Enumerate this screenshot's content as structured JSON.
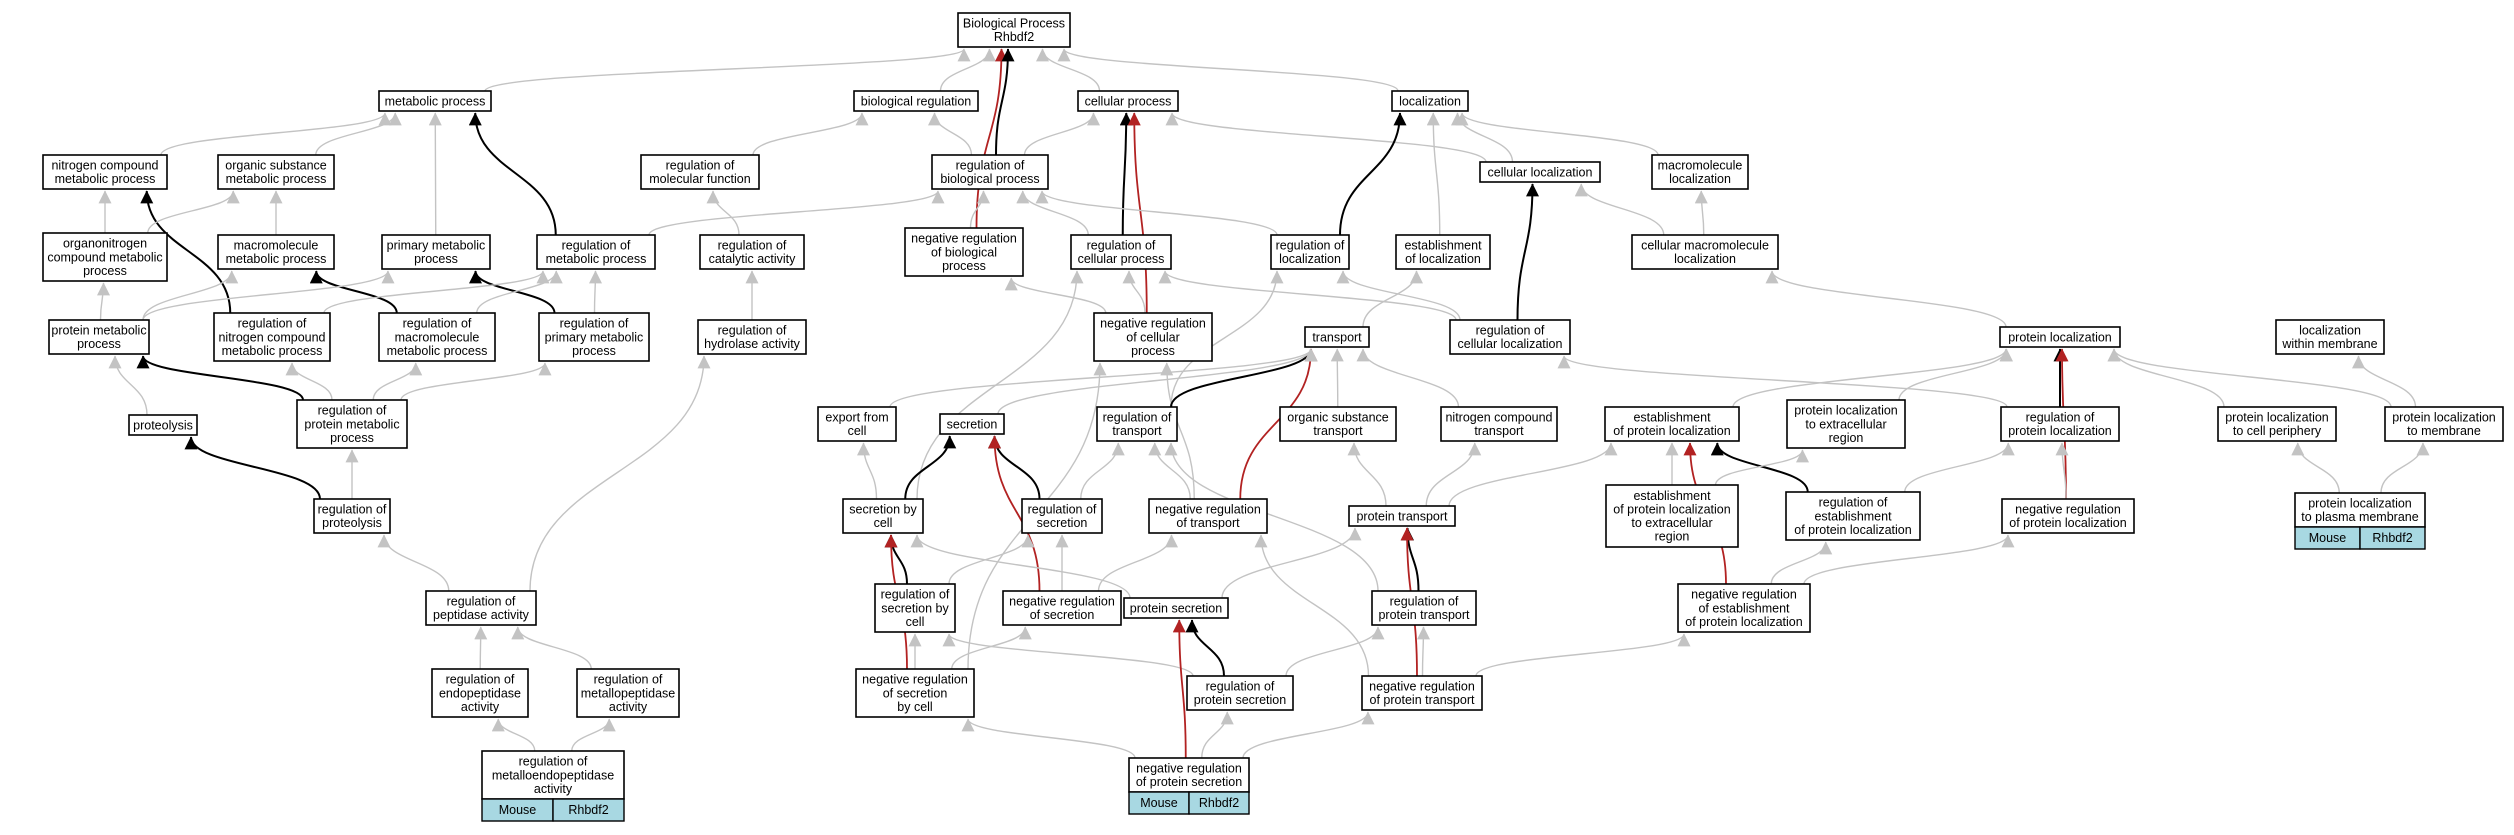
{
  "colors": {
    "gray": "#c3c3c3",
    "black": "#000000",
    "red": "#b22222",
    "tag_fill": "#a8d8e2"
  },
  "nodes": {
    "root": [
      "Biological Process",
      "Rhbdf2"
    ],
    "metabolic": [
      "metabolic process"
    ],
    "bioreg": [
      "biological regulation"
    ],
    "cellproc": [
      "cellular process"
    ],
    "localization": [
      "localization"
    ],
    "nitrogen": [
      "nitrogen compound",
      "metabolic process"
    ],
    "orgsub": [
      "organic substance",
      "metabolic process"
    ],
    "regmolfunc": [
      "regulation of",
      "molecular function"
    ],
    "regbio": [
      "regulation of",
      "biological process"
    ],
    "celllocal": [
      "cellular localization"
    ],
    "macroloc": [
      "macromolecule",
      "localization"
    ],
    "organonitrogen": [
      "organonitrogen",
      "compound metabolic",
      "process"
    ],
    "macrometab": [
      "macromolecule",
      "metabolic process"
    ],
    "primary": [
      "primary metabolic",
      "process"
    ],
    "regmetab": [
      "regulation of",
      "metabolic process"
    ],
    "regcatalytic": [
      "regulation of",
      "catalytic activity"
    ],
    "negregbio": [
      "negative regulation",
      "of biological",
      "process"
    ],
    "regcell": [
      "regulation of",
      "cellular process"
    ],
    "regloc": [
      "regulation of",
      "localization"
    ],
    "establoc": [
      "establishment",
      "of localization"
    ],
    "cellmacroloc": [
      "cellular macromolecule",
      "localization"
    ],
    "protmetab": [
      "protein metabolic",
      "process"
    ],
    "regnitrogen": [
      "regulation of",
      "nitrogen compound",
      "metabolic process"
    ],
    "regmacro": [
      "regulation of",
      "macromolecule",
      "metabolic process"
    ],
    "regprimary": [
      "regulation of",
      "primary metabolic",
      "process"
    ],
    "reghydrolase": [
      "regulation of",
      "hydrolase activity"
    ],
    "negregcell": [
      "negative regulation",
      "of cellular",
      "process"
    ],
    "transport": [
      "transport"
    ],
    "regcellloc": [
      "regulation of",
      "cellular localization"
    ],
    "protloc": [
      "protein localization"
    ],
    "locmembrane": [
      "localization",
      "within membrane"
    ],
    "proteolysis": [
      "proteolysis"
    ],
    "regprotmetab": [
      "regulation of",
      "protein metabolic",
      "process"
    ],
    "exportcell": [
      "export from",
      "cell"
    ],
    "secretion": [
      "secretion"
    ],
    "regtransport": [
      "regulation of",
      "transport"
    ],
    "orgsubtrans": [
      "organic substance",
      "transport"
    ],
    "nitrotrans": [
      "nitrogen compound",
      "transport"
    ],
    "estabprotloc": [
      "establishment",
      "of protein localization"
    ],
    "protlocextra": [
      "protein localization",
      "to extracellular",
      "region"
    ],
    "regprotloc": [
      "regulation of",
      "protein localization"
    ],
    "protlocperiph": [
      "protein localization",
      "to cell periphery"
    ],
    "protlocmem": [
      "protein localization",
      "to membrane"
    ],
    "regproteolysis": [
      "regulation of",
      "proteolysis"
    ],
    "secbycell": [
      "secretion by",
      "cell"
    ],
    "regsecretion": [
      "regulation of",
      "secretion"
    ],
    "negregtransport": [
      "negative regulation",
      "of transport"
    ],
    "prottransport": [
      "protein transport"
    ],
    "estabprotlocextra": [
      "establishment",
      "of protein localization",
      "to extracellular",
      "region"
    ],
    "regestabprotloc": [
      "regulation of",
      "establishment",
      "of protein localization"
    ],
    "negregprotloc": [
      "negative regulation",
      "of protein localization"
    ],
    "protlocplasma": [
      "protein localization",
      "to plasma membrane"
    ],
    "regpeptidase": [
      "regulation of",
      "peptidase activity"
    ],
    "regsecbycell": [
      "regulation of",
      "secretion by",
      "cell"
    ],
    "negregsecretion": [
      "negative regulation",
      "of secretion"
    ],
    "protsecretion": [
      "protein secretion"
    ],
    "regprottransport": [
      "regulation of",
      "protein transport"
    ],
    "negregestab": [
      "negative regulation",
      "of establishment",
      "of protein localization"
    ],
    "regendopep": [
      "regulation of",
      "endopeptidase",
      "activity"
    ],
    "regmetallopep": [
      "regulation of",
      "metallopeptidase",
      "activity"
    ],
    "negregsecbycell": [
      "negative regulation",
      "of secretion",
      "by cell"
    ],
    "regprotsecretion": [
      "regulation of",
      "protein secretion"
    ],
    "negregprottransport": [
      "negative regulation",
      "of protein transport"
    ],
    "regmetalloendo": [
      "regulation of",
      "metalloendopeptidase",
      "activity"
    ],
    "negregprotsecretion": [
      "negative regulation",
      "of protein secretion"
    ]
  },
  "tags": [
    "Mouse",
    "Rhbdf2"
  ]
}
